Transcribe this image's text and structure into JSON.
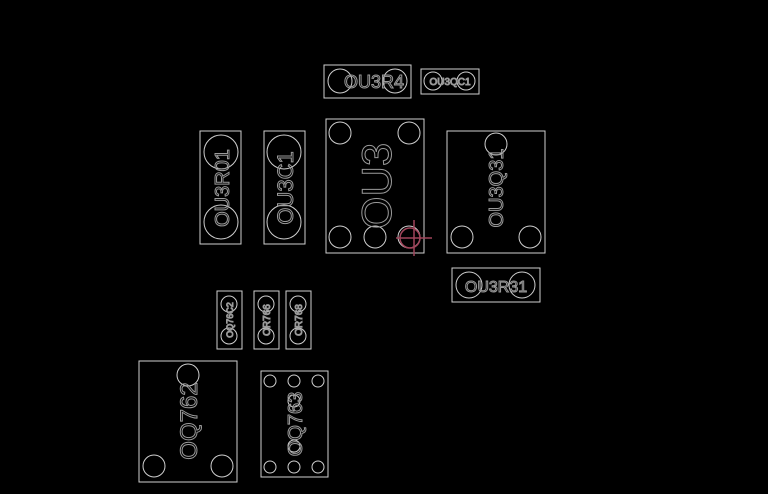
{
  "canvas": {
    "background": "#000000",
    "outline_color": "#cfcfcf",
    "label_color": "#9a9a9a",
    "cursor_color": "#a0445a"
  },
  "components": [
    {
      "id": "OU3R4",
      "label": "OU3R4"
    },
    {
      "id": "OU3QC1",
      "label": "OU3QC1"
    },
    {
      "id": "OU3R01",
      "label": "OU3R01"
    },
    {
      "id": "OU3C1",
      "label": "OU3C1"
    },
    {
      "id": "OU3",
      "label": "OU3"
    },
    {
      "id": "OU3Q31",
      "label": "OU3Q31"
    },
    {
      "id": "OU3R31",
      "label": "OU3R31"
    },
    {
      "id": "OQ76C2",
      "label": "OQ76C2"
    },
    {
      "id": "OR766",
      "label": "OR766"
    },
    {
      "id": "OR768",
      "label": "OR768"
    },
    {
      "id": "OQ762",
      "label": "OQ762"
    },
    {
      "id": "OQ763",
      "label": "OQ763"
    }
  ]
}
